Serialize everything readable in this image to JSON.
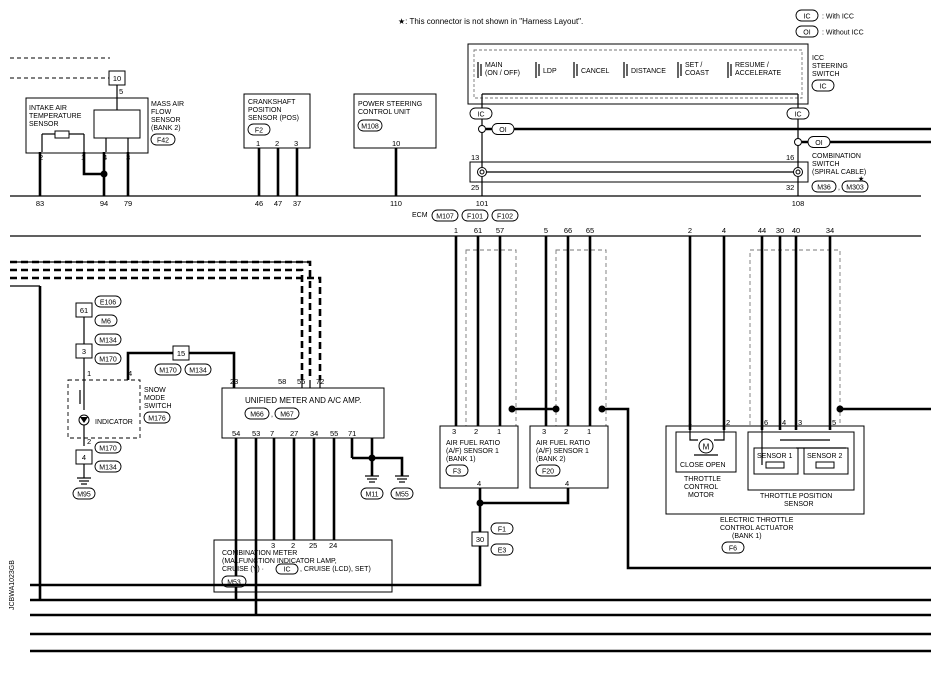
{
  "notes": {
    "star_note": "★: This connector is not shown in \"Harness Layout\".",
    "legend_ic_tag": "IC",
    "legend_ic_text": ": With ICC",
    "legend_oi_tag": "OI",
    "legend_oi_text": ": Without ICC",
    "drawing_id": "JCBWA1023GB"
  },
  "icc_switch": {
    "title_l1": "ICC",
    "title_l2": "STEERING",
    "title_l3": "SWITCH",
    "tag": "IC",
    "buttons": [
      "MAIN\n(ON / OFF)",
      "LDP",
      "CANCEL",
      "DISTANCE",
      "SET /\nCOAST",
      "RESUME /\nACCELERATE"
    ]
  },
  "combination_switch": {
    "l1": "COMBINATION",
    "l2": "SWITCH",
    "l3": "(SPIRAL CABLE)",
    "conn_a": "M36",
    "conn_b": "M303",
    "star": "★",
    "pin_top_left": "13",
    "pin_bot_left": "25",
    "pin_top_right": "16",
    "pin_bot_right": "32"
  },
  "intake_air": {
    "l1": "INTAKE AIR",
    "l2": "TEMPERATURE",
    "l3": "SENSOR"
  },
  "maf": {
    "l1": "MASS AIR",
    "l2": "FLOW",
    "l3": "SENSOR",
    "l4": "(BANK 2)",
    "conn": "F42",
    "pins": [
      "2",
      "1",
      "4",
      "3"
    ],
    "top_conn": "10",
    "top_pin": "5"
  },
  "ckp": {
    "l1": "CRANKSHAFT",
    "l2": "POSITION",
    "l3": "SENSOR (POS)",
    "conn": "F2",
    "pins": [
      "1",
      "2",
      "3"
    ]
  },
  "ps": {
    "l1": "POWER STEERING",
    "l2": "CONTROL UNIT",
    "conn": "M108",
    "pin": "10"
  },
  "ecm": {
    "label": "ECM",
    "conn_a": "M107",
    "conn_b": "F101",
    "conn_c": "F102",
    "top_pins": [
      "83",
      "94",
      "79",
      "46",
      "47",
      "37",
      "110",
      "101",
      "108"
    ],
    "bottom_pins": [
      "1",
      "61",
      "57",
      "5",
      "66",
      "65",
      "2",
      "4",
      "44",
      "30",
      "40",
      "34"
    ]
  },
  "tags": {
    "ic": "IC",
    "oi": "OI"
  },
  "snow": {
    "l1": "SNOW",
    "l2": "MODE",
    "l3": "SWITCH",
    "conn": "M176",
    "indicator": "INDICATOR",
    "pins": [
      "1",
      "4",
      "2"
    ]
  },
  "left_conns": {
    "e106": "E106",
    "m6": "M6",
    "c61": "61",
    "m134a": "M134",
    "c3": "3",
    "m170a": "M170",
    "m170b": "M170",
    "m134b": "M134",
    "c4": "4",
    "m95": "M95",
    "c15": "15",
    "m170c": "M170",
    "m134c": "M134"
  },
  "meter": {
    "title": "UNIFIED METER AND A/C AMP.",
    "conn_a": "M66",
    "conn_b": "M67",
    "top_pins": [
      "23",
      "58",
      "56",
      "72"
    ],
    "bottom_pins": [
      "54",
      "53",
      "7",
      "27",
      "34",
      "55",
      "71"
    ],
    "gnd_a": "M11",
    "gnd_b": "M55"
  },
  "comb_meter": {
    "l1": "COMBINATION METER",
    "l2": "(MALFUNCTION INDICATOR LAMP,",
    "l3a": "CRUISE (Y) ·",
    "l3tag": "IC",
    "l3b": ", CRUISE (LCD), SET)",
    "conn": "M53",
    "pins": [
      "3",
      "2",
      "25",
      "24"
    ]
  },
  "af1": {
    "l1": "AIR FUEL RATIO",
    "l2": "(A/F) SENSOR 1",
    "l3": "(BANK 1)",
    "conn": "F3",
    "pins": [
      "3",
      "2",
      "1"
    ],
    "out_pin": "4"
  },
  "af2": {
    "l1": "AIR FUEL RATIO",
    "l2": "(A/F) SENSOR 1",
    "l3": "(BANK 2)",
    "conn": "F20",
    "pins": [
      "3",
      "2",
      "1"
    ],
    "out_pin": "4"
  },
  "f1e3": {
    "top": "F1",
    "num": "30",
    "bot": "E3"
  },
  "etc": {
    "motor_l1": "THROTTLE",
    "motor_l2": "CONTROL",
    "motor_l3": "MOTOR",
    "close_open": "CLOSE OPEN",
    "m": "M",
    "tps_l1": "THROTTLE POSITION",
    "tps_l2": "SENSOR",
    "s1": "SENSOR 1",
    "s2": "SENSOR 2",
    "l1": "ELECTRIC THROTTLE",
    "l2": "CONTROL ACTUATOR",
    "l3": "(BANK 1)",
    "conn": "F6",
    "pins": [
      "1",
      "2",
      "6",
      "4",
      "3",
      "5"
    ]
  }
}
